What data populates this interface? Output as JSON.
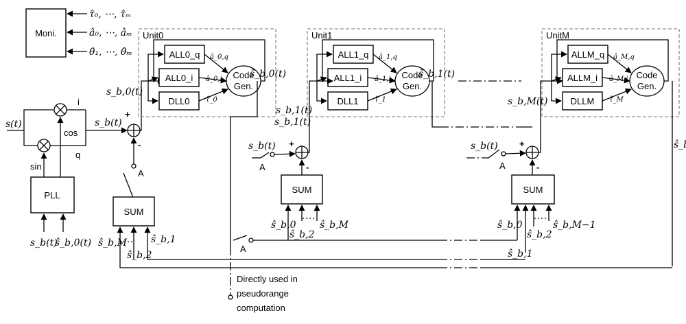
{
  "monitor": {
    "label": "Moni.",
    "outputs": [
      "τ̂₀, ⋯, τ̂ₘ",
      "â₀, ⋯, âₘ",
      "θ̂₁, ⋯, θ̂ₘ"
    ]
  },
  "input": {
    "signal": "s(t)",
    "baseband": "s_b(t)",
    "mixer_i": "i",
    "mixer_q": "q",
    "cos": "cos",
    "sin": "sin",
    "pll": "PLL",
    "pll_in_1": "s_b(t)",
    "pll_in_2": "ŝ_b,0(t)"
  },
  "units": [
    {
      "title": "Unit0",
      "all_q": "ALL0_q",
      "all_i": "ALL0_i",
      "dll": "DLL0",
      "code_gen": [
        "Code",
        "Gen."
      ],
      "a_q": "â_0,q",
      "a_i": "â_0,i",
      "tau": "τ̂_0",
      "out": "ŝ_b,0(t)",
      "in": "s_b,0(t)"
    },
    {
      "title": "Unit1",
      "all_q": "ALL1_q",
      "all_i": "ALL1_i",
      "dll": "DLL1",
      "code_gen": [
        "Code",
        "Gen."
      ],
      "a_q": "â_1,q",
      "a_i": "â_1,i",
      "tau": "τ̂_1",
      "out": "ŝ_b,1(t)",
      "in": "s_b,1(t)"
    },
    {
      "title": "UnitM",
      "all_q": "ALLM_q",
      "all_i": "ALLM_i",
      "dll": "DLLM",
      "code_gen": [
        "Code",
        "Gen."
      ],
      "a_q": "â_M,q",
      "a_i": "â_M,i",
      "tau": "τ̂_M",
      "out": "ŝ_b,M(t)",
      "in": "s_b,M(t)"
    }
  ],
  "sum": {
    "label": "SUM",
    "plus": "+",
    "minus": "-",
    "switch": "A",
    "sb": "s_b(t)",
    "sum0_inputs": [
      "ŝ_b,M",
      "ŝ_b,2",
      "ŝ_b,1"
    ],
    "sum1_inputs": [
      "ŝ_b,0",
      "ŝ_b,2",
      "ŝ_b,M"
    ],
    "sumM_inputs": [
      "ŝ_b,0",
      "ŝ_b,2",
      "ŝ_b,M−1"
    ],
    "bus_label": "ŝ_b,1"
  },
  "output": {
    "switch": "A",
    "note": [
      "Directly used in",
      "pseudorange",
      "computation"
    ]
  }
}
